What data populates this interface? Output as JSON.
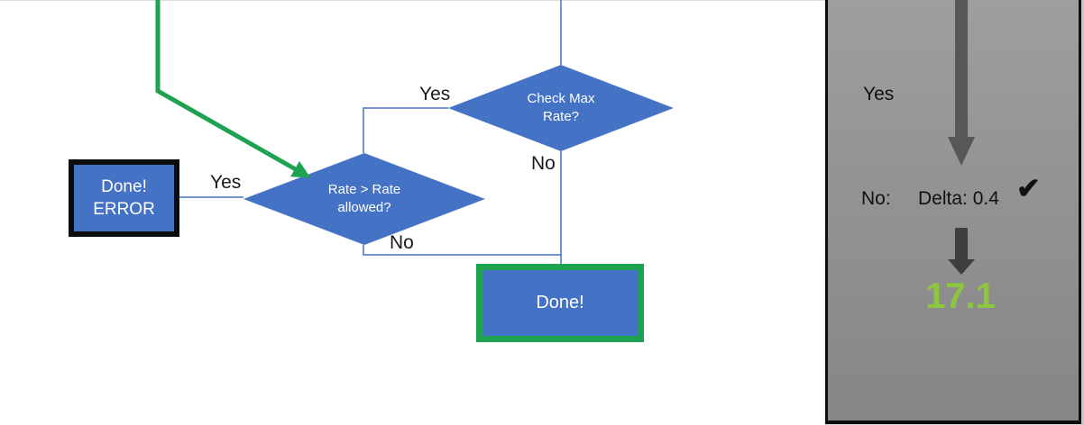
{
  "flowchart": {
    "nodes": {
      "check_max_rate": {
        "line1": "Check Max",
        "line2": "Rate?"
      },
      "rate_allowed": {
        "line1": "Rate > Rate",
        "line2": "allowed?"
      },
      "done_error": {
        "line1": "Done!",
        "line2": "ERROR"
      },
      "done": {
        "label": "Done!"
      }
    },
    "labels": {
      "check_yes": "Yes",
      "check_no": "No",
      "rate_yes": "Yes",
      "rate_no": "No"
    }
  },
  "panel": {
    "yes_label": "Yes",
    "no_label": "No:",
    "delta_label": "Delta: 0.4",
    "check_icon": "✔",
    "result_value": "17.1"
  },
  "colors": {
    "shape_blue": "#4472c4",
    "highlight_green": "#1ca251",
    "connector_blue": "#4472c4",
    "error_border_black": "#0b0b0b",
    "result_green": "#8dc63f",
    "arrow_gray_top": "#575757",
    "arrow_gray_bottom": "#3e3e3e",
    "panel_gray_top": "#9e9e9e",
    "panel_gray_bottom": "#868686"
  }
}
